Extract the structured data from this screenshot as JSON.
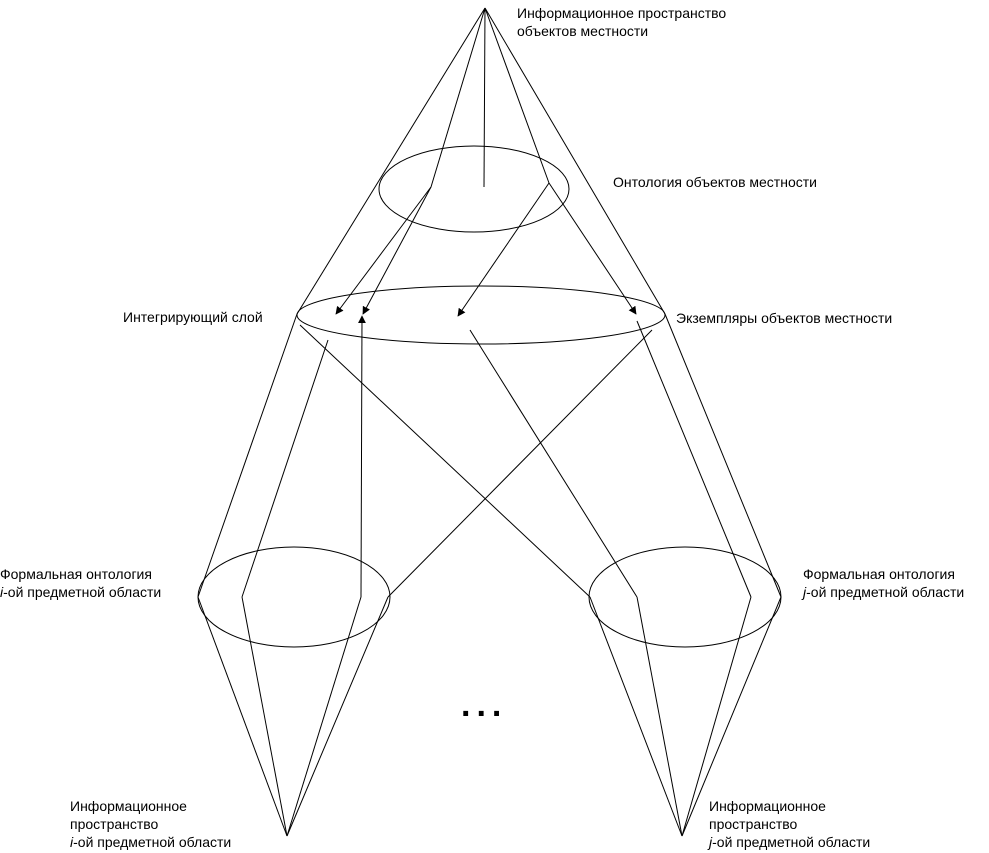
{
  "labels": {
    "top_space_line1": "Информационное пространство",
    "top_space_line2": "объектов местности",
    "ontology": "Онтология объектов местности",
    "integrating_layer": "Интегрирующий слой",
    "instances": "Экземпляры объектов местности",
    "formal_i_line1": "Формальная онтология",
    "formal_i_var": "i",
    "formal_i_line2_rest": "-ой предметной области",
    "formal_j_line1": "Формальная онтология",
    "formal_j_var": "j",
    "formal_j_line2_rest": "-ой предметной области",
    "space_i_line1": "Информационное",
    "space_i_line2": "пространство",
    "space_i_var": "i",
    "space_i_line3_rest": "-ой предметной области",
    "space_j_line1": "Информационное",
    "space_j_line2": "пространство",
    "space_j_var": "j",
    "space_j_line3_rest": "-ой предметной области",
    "ellipsis": "..."
  },
  "colors": {
    "stroke": "#000000",
    "background": "#ffffff"
  }
}
